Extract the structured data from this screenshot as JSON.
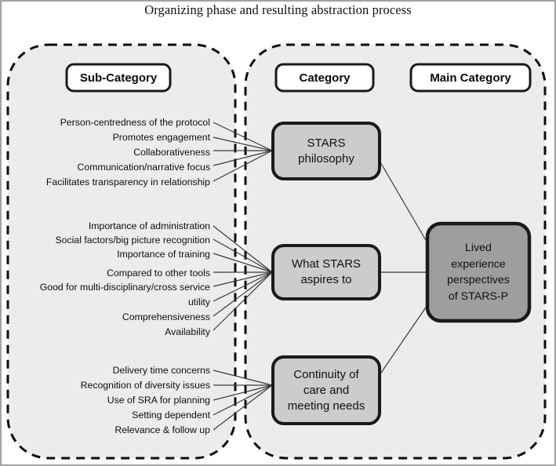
{
  "title": "Organizing phase and resulting abstraction process",
  "colors": {
    "panel_fill": "#ececed",
    "panel_border": "#0d0d0d",
    "header_box_fill": "#ffffff",
    "category_box_fill": "#cccccc",
    "main_box_fill": "#9e9e9e",
    "box_border": "#1a1a1a",
    "connector_line": "#3a3a3a",
    "text": "#0d0d0d"
  },
  "headers": {
    "sub_category": "Sub-Category",
    "category": "Category",
    "main_category": "Main Category"
  },
  "groups": [
    {
      "category": "STARS\nphilosophy",
      "category_lines": [
        "STARS",
        "philosophy"
      ],
      "sub_categories": [
        "Person-centredness of the protocol",
        "Promotes engagement",
        "Collaborativeness",
        "Communication/narrative focus",
        "Facilitates transparency in relationship"
      ]
    },
    {
      "category": "What STARS\naspires to",
      "category_lines": [
        "What STARS",
        "aspires to"
      ],
      "sub_categories": [
        "Importance of administration",
        "Social factors/big picture recognition",
        "Importance of training",
        "Compared to other tools",
        "Good for multi-disciplinary/cross service",
        "utility",
        "Comprehensiveness",
        "Availability"
      ]
    },
    {
      "category": "Continuity of\ncare and\nmeeting needs",
      "category_lines": [
        "Continuity of",
        "care and",
        "meeting needs"
      ],
      "sub_categories": [
        "Delivery time concerns",
        "Recognition of diversity issues",
        "Use of SRA for planning",
        "Setting dependent",
        "Relevance & follow up"
      ]
    }
  ],
  "main_category": {
    "lines": [
      "Lived",
      "experience",
      "perspectives",
      "of STARS-P"
    ],
    "text": "Lived experience perspectives of STARS-P"
  }
}
